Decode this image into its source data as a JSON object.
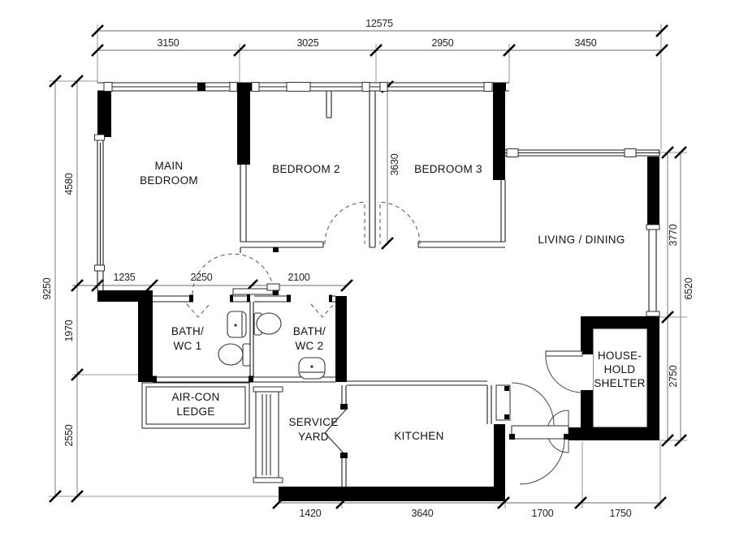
{
  "drawing": {
    "type_label": "floor-plan"
  },
  "rooms": {
    "main_bedroom": {
      "line1": "MAIN",
      "line2": "BEDROOM"
    },
    "bedroom_2": {
      "label": "BEDROOM 2"
    },
    "bedroom_3": {
      "label": "BEDROOM 3"
    },
    "living_dining": {
      "label": "LIVING / DINING"
    },
    "bath_wc_1": {
      "line1": "BATH/",
      "line2": "WC 1"
    },
    "bath_wc_2": {
      "line1": "BATH/",
      "line2": "WC 2"
    },
    "aircon_ledge": {
      "line1": "AIR-CON",
      "line2": "LEDGE"
    },
    "service_yard": {
      "line1": "SERVICE",
      "line2": "YARD"
    },
    "kitchen": {
      "label": "KITCHEN"
    },
    "household_shelter": {
      "line1": "HOUSE-",
      "line2": "HOLD",
      "line3": "SHELTER"
    }
  },
  "dims": {
    "top_total": "12575",
    "top_segments": [
      "3150",
      "3025",
      "2950",
      "3450"
    ],
    "left_total": "9250",
    "left_segments": [
      "4580",
      "1970",
      "2550"
    ],
    "right_total": "6520",
    "right_segments": [
      "3770",
      "2750"
    ],
    "bottom_segments": [
      "1420",
      "3640",
      "1700",
      "1750"
    ],
    "hall_segments": [
      "1235",
      "2250",
      "2100"
    ],
    "bedroom3_depth": "3630"
  },
  "colors": {
    "wall_fill": "#000000",
    "line": "#1c1c1c",
    "dim_line": "#6b6b6b",
    "text": "#111111"
  }
}
